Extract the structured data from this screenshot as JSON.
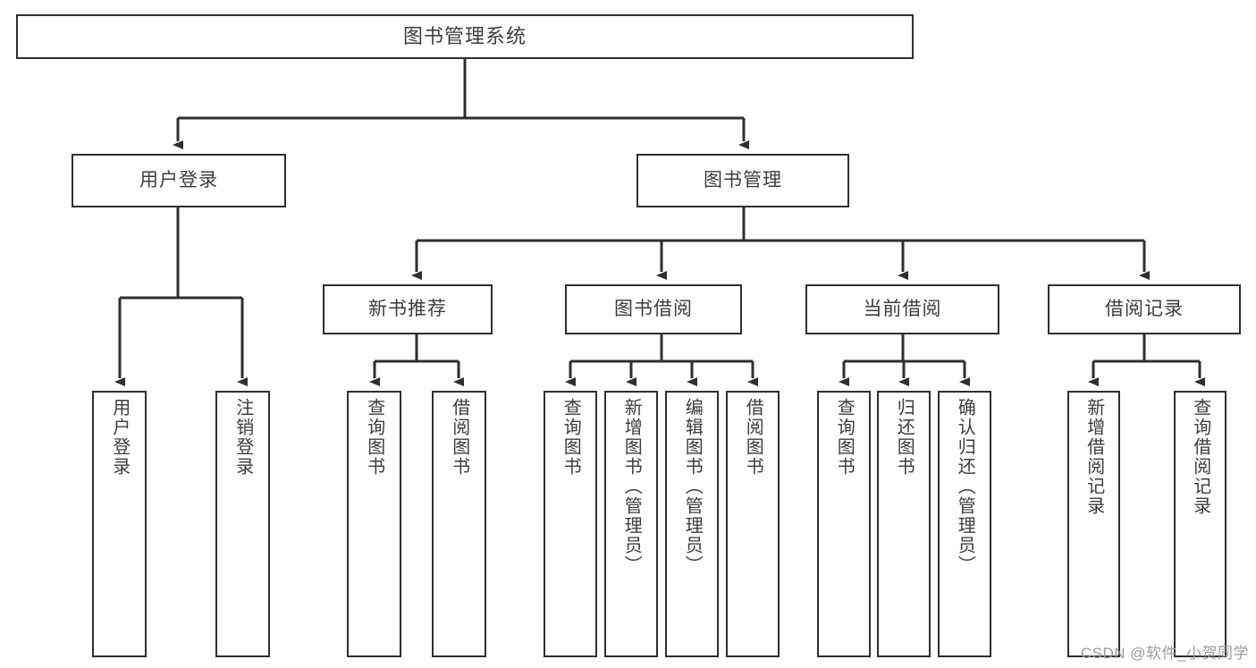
{
  "diagram": {
    "type": "tree",
    "title": "图书管理系统",
    "watermark": "CSDN @软件_小贺同学",
    "colors": {
      "border": "#2f2f2f",
      "text": "#3d3d3d",
      "background": "#ffffff",
      "watermark": "#9b9b9b"
    },
    "root": {
      "label": "图书管理系统"
    },
    "level2": [
      {
        "label": "用户登录"
      },
      {
        "label": "图书管理"
      }
    ],
    "level3": [
      {
        "label": "新书推荐"
      },
      {
        "label": "图书借阅"
      },
      {
        "label": "当前借阅"
      },
      {
        "label": "借阅记录"
      }
    ],
    "leaves": {
      "user_login": [
        {
          "label": "用户登录"
        },
        {
          "label": "注销登录"
        }
      ],
      "new_book_recommend": [
        {
          "label": "查询图书"
        },
        {
          "label": "借阅图书"
        }
      ],
      "book_borrow": [
        {
          "label": "查询图书"
        },
        {
          "label": "新增图书（管理员）"
        },
        {
          "label": "编辑图书（管理员）"
        },
        {
          "label": "借阅图书"
        }
      ],
      "current_borrow": [
        {
          "label": "查询图书"
        },
        {
          "label": "归还图书"
        },
        {
          "label": "确认归还（管理员）"
        }
      ],
      "borrow_record": [
        {
          "label": "新增借阅记录"
        },
        {
          "label": "查询借阅记录"
        }
      ]
    }
  }
}
